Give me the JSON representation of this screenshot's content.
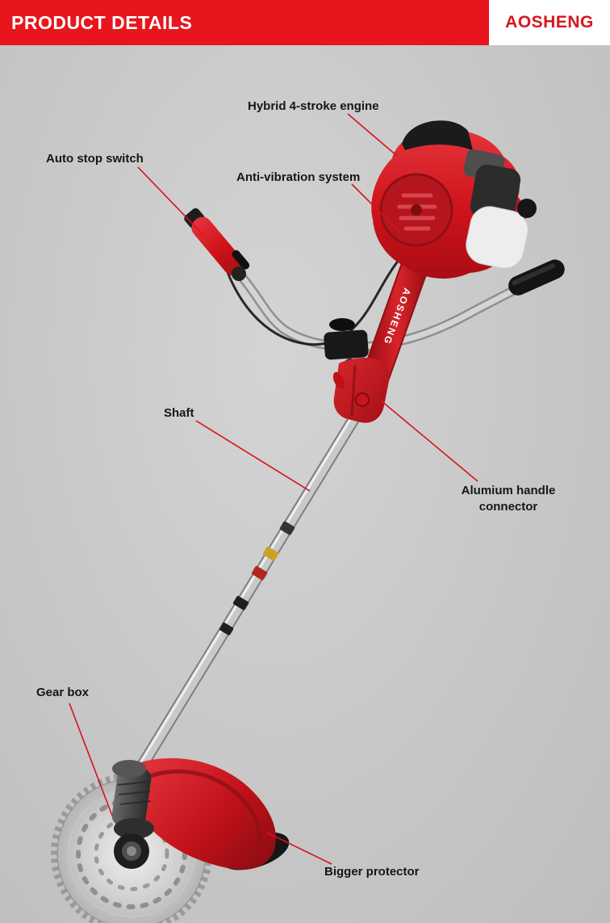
{
  "header": {
    "title": "PRODUCT DETAILS",
    "brand": "AOSHENG"
  },
  "product": {
    "shaft_brand": "AOSHENG",
    "labels": {
      "engine": "Hybrid 4-stroke engine",
      "auto_stop": "Auto stop switch",
      "anti_vibration": "Anti-vibration system",
      "shaft": "Shaft",
      "handle_connector": "Alumium handle connector",
      "gear_box": "Gear box",
      "protector": "Bigger protector"
    }
  },
  "colors": {
    "accent_red": "#e8151d",
    "brand_red": "#d8161d",
    "background_gray": "#c8c8c8",
    "label_text": "#161616",
    "callout_line_red": "#d4141c"
  }
}
